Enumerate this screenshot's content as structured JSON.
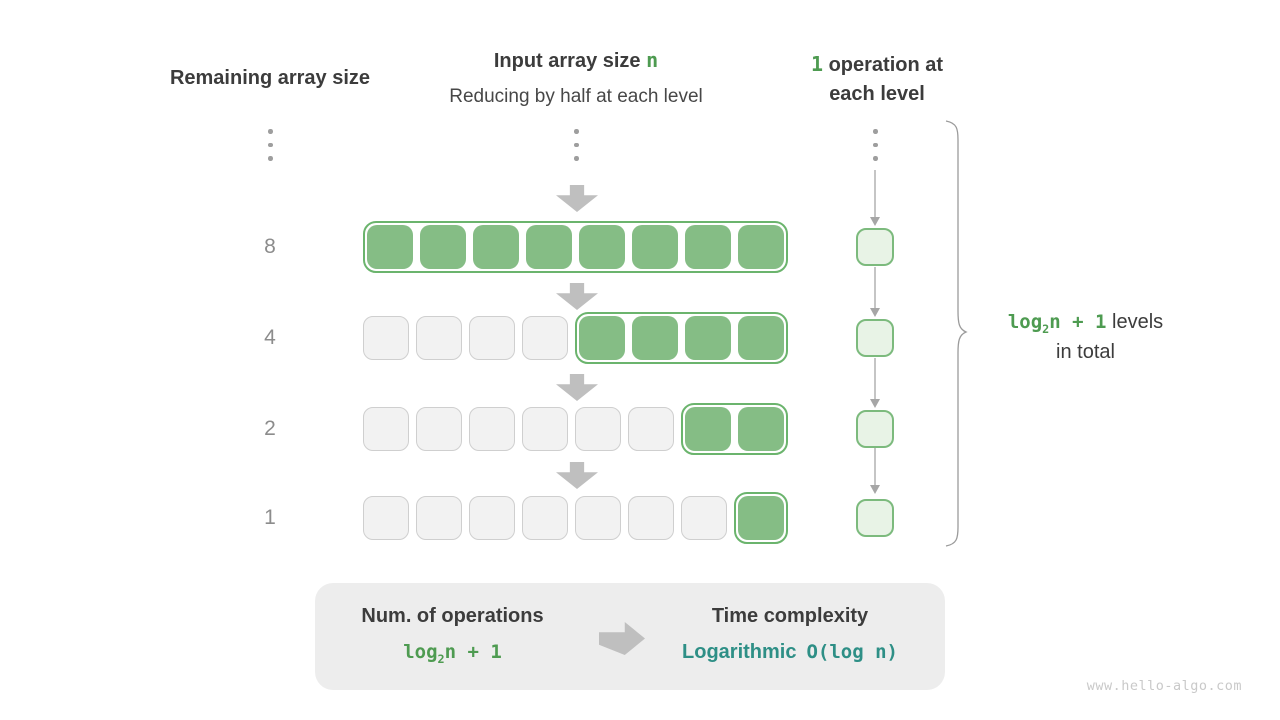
{
  "colors": {
    "green_fill": "#85BD85",
    "green_border": "#6BB46D",
    "green_text": "#4E9B51",
    "light_green_fill": "#E8F3E6",
    "light_green_border": "#7CBA7D",
    "gray_fill": "#F2F2F2",
    "gray_border": "#CFCFCF",
    "dark_text": "#3C3C3C",
    "gray_text": "#8C8C8C",
    "arrow_gray": "#BFBFBF",
    "line_gray": "#A6A6A6",
    "teal_text": "#2E8F86",
    "summary_bg": "#EDEDED",
    "watermark": "#C9C9C9"
  },
  "headers": {
    "left": "Remaining array size",
    "middle_title": "Input array size",
    "middle_highlight": "n",
    "middle_subtitle": "Reducing by half at each level",
    "right_highlight": "1",
    "right_line1": "operation at",
    "right_line2": "each level"
  },
  "rows": [
    {
      "label": "8",
      "gray_cells": 0,
      "green_cells": 8
    },
    {
      "label": "4",
      "gray_cells": 4,
      "green_cells": 4
    },
    {
      "label": "2",
      "gray_cells": 6,
      "green_cells": 2
    },
    {
      "label": "1",
      "gray_cells": 7,
      "green_cells": 1
    }
  ],
  "operations_per_level": "1",
  "levels_annotation": {
    "formula_prefix": "log",
    "formula_sub": "2",
    "formula_suffix": "n + 1",
    "line1_rest": "levels",
    "line2": "in total"
  },
  "summary": {
    "left_title": "Num. of operations",
    "left_formula_prefix": "log",
    "left_formula_sub": "2",
    "left_formula_suffix": "n + 1",
    "right_title": "Time complexity",
    "right_value_name": "Logarithmic",
    "right_value_bigo": "O(log n)"
  },
  "watermark": "www.hello-algo.com"
}
